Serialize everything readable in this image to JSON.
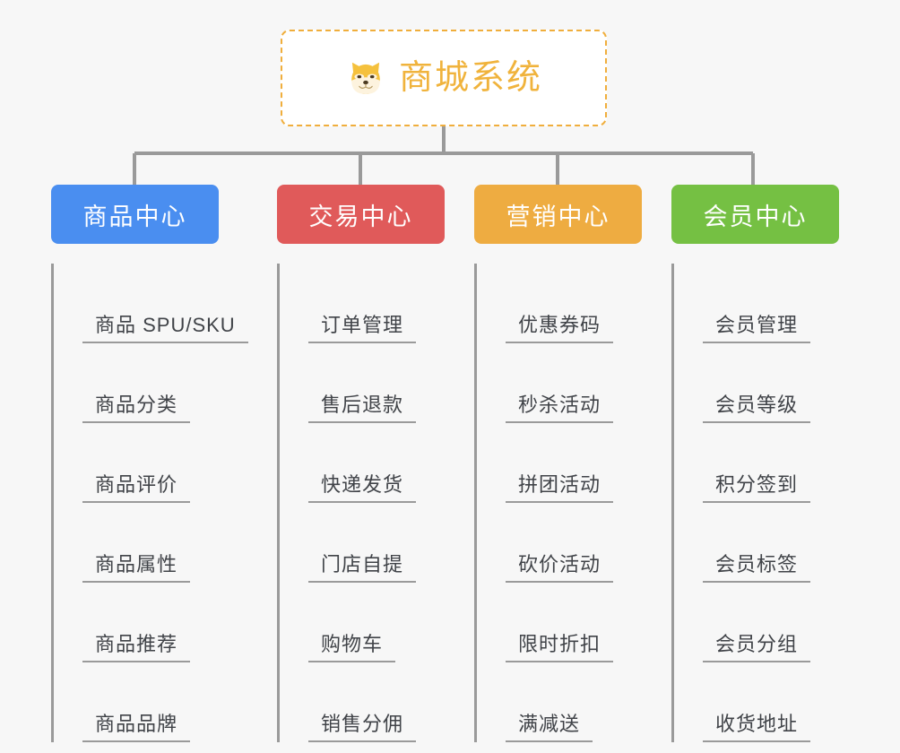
{
  "diagram": {
    "type": "mindmap",
    "background_color": "#f7f7f7",
    "connector_color": "#9a9a9a"
  },
  "root": {
    "title": "商城系统",
    "icon": "shiba-dog-face-icon",
    "border_color": "#f0ae3c",
    "text_color": "#f0b33c",
    "background_color": "#ffffff"
  },
  "branches": [
    {
      "label": "商品中心",
      "color": "#4a8ef0",
      "items": [
        "商品 SPU/SKU",
        "商品分类",
        "商品评价",
        "商品属性",
        "商品推荐",
        "商品品牌"
      ]
    },
    {
      "label": "交易中心",
      "color": "#e05a5a",
      "items": [
        "订单管理",
        "售后退款",
        "快递发货",
        "门店自提",
        "购物车",
        "销售分佣"
      ]
    },
    {
      "label": "营销中心",
      "color": "#eeac41",
      "items": [
        "优惠券码",
        "秒杀活动",
        "拼团活动",
        "砍价活动",
        "限时折扣",
        "满减送"
      ]
    },
    {
      "label": "会员中心",
      "color": "#75c043",
      "items": [
        "会员管理",
        "会员等级",
        "积分签到",
        "会员标签",
        "会员分组",
        "收货地址"
      ]
    }
  ]
}
